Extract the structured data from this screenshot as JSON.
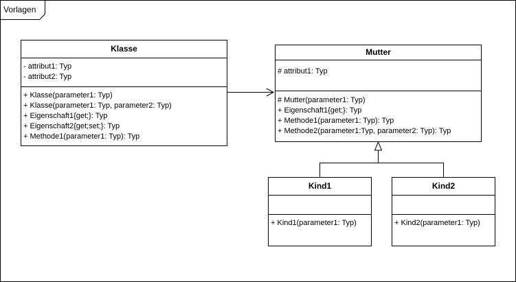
{
  "frame": {
    "title": "Vorlagen"
  },
  "classes": {
    "klasse": {
      "name": "Klasse",
      "attributes": [
        "- attribut1: Typ",
        "- attribut2: Typ"
      ],
      "operations": [
        "+ Klasse(parameter1: Typ)",
        "+ Klasse(parameter1: Typ, parameter2: Typ)",
        "+ Eigenschaft1{get;}: Typ",
        "+ Eigenschaft2{get;set;}: Typ",
        "+ Methode1(parameter1: Typ): Typ"
      ]
    },
    "mutter": {
      "name": "Mutter",
      "attributes": [
        "# attribut1: Typ"
      ],
      "operations": [
        "# Mutter(parameter1: Typ)",
        "+ Eigenschaft1{get;}: Typ",
        "+ Methode1(parameter1: Typ): Typ",
        "+ Methode2(parameter1:Typ, parameter2: Typ): Typ"
      ]
    },
    "kind1": {
      "name": "Kind1",
      "attributes": [],
      "operations": [
        "+ Kind1(parameter1: Typ)"
      ]
    },
    "kind2": {
      "name": "Kind2",
      "attributes": [],
      "operations": [
        "+ Kind2(parameter1: Typ)"
      ]
    }
  }
}
